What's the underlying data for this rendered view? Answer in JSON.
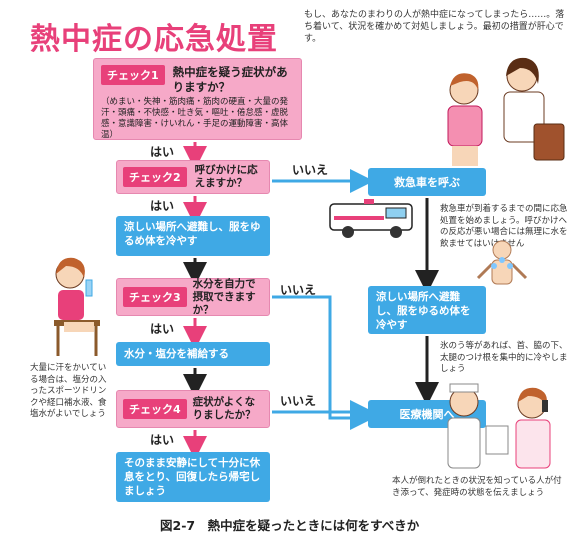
{
  "title": "熱中症の応急処置",
  "intro": "もし、あなたのまわりの人が熱中症になってしまったら……。落ち着いて、状況を確かめて対処しましょう。最初の措置が肝心です。",
  "check1": {
    "tag": "チェック1",
    "question": "熱中症を疑う症状がありますか？",
    "symptoms": "（めまい・失神・筋肉痛・筋肉の硬直・大量の発汗・頭痛・不快感・吐き気・嘔吐・倦怠感・虚脱感・意識障害・けいれん・手足の運動障害・高体温）"
  },
  "yes_label": "はい",
  "no_label": "いいえ",
  "check2": {
    "tag": "チェック2",
    "question": "呼びかけに応えますか？"
  },
  "ambulance": "救急車を呼ぶ",
  "ambulance_note": "救急車が到着するまでの間に応急処置を始めましょう。呼びかけへの反応が悪い場合には無理に水を飲ませてはいけません",
  "step_cool_left": "涼しい場所へ避難し、服をゆるめ体を冷やす",
  "check3": {
    "tag": "チェック3",
    "question": "水分を自力で摂取できますか？"
  },
  "step_water": "水分・塩分を補給する",
  "check4": {
    "tag": "チェック4",
    "question": "症状がよくなりましたか？"
  },
  "final": "そのまま安静にして十分に休息をとり、回復したら帰宅しましょう",
  "step_cool_right": "涼しい場所へ避難し、服をゆるめ体を冷やす",
  "cool_note": "氷のう等があれば、首、脇の下、太腿のつけ根を集中的に冷やしましょう",
  "hospital": "医療機関へ",
  "hospital_note": "本人が倒れたときの状況を知っている人が付き添って、発症時の状態を伝えましょう",
  "sweat_note": "大量に汗をかいている場合は、塩分の入ったスポーツドリンクや経口補水液、食塩水がよいでしょう",
  "caption": "図2-7　熱中症を疑ったときには何をすべきか",
  "colors": {
    "pink": "#f6a9c8",
    "magenta": "#e8407a",
    "blue": "#3fa9e5",
    "title": "#e8407a"
  }
}
